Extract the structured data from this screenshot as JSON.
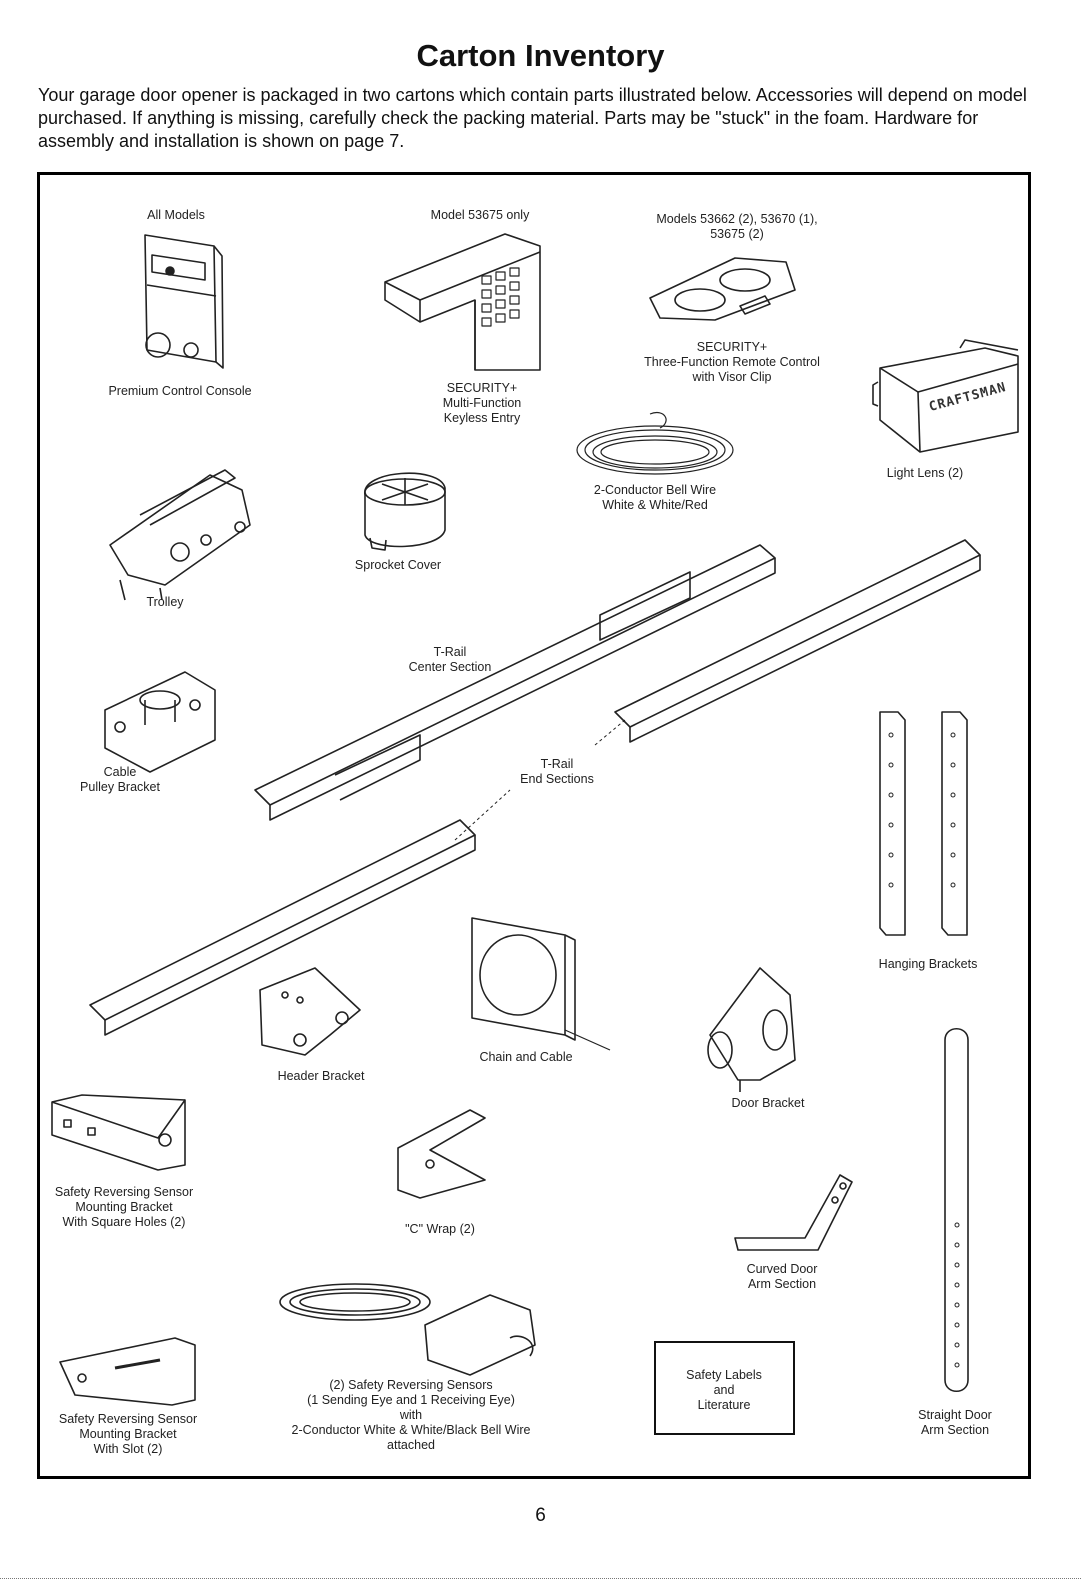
{
  "page": {
    "title": "Carton Inventory",
    "intro": "Your garage door opener is packaged in two cartons which contain parts illustrated below. Accessories will depend on model purchased. If anything is missing, carefully check the packing material. Parts may be \"stuck\" in the foam. Hardware for assembly and installation is shown on page 7.",
    "page_number": "6"
  },
  "headings": {
    "all_models": "All Models",
    "model_53675_only": "Model 53675 only",
    "models_remote": [
      "Models 53662 (2), 53670 (1),",
      "53675 (2)"
    ]
  },
  "parts": {
    "console": "Premium Control Console",
    "keyless": [
      "SECURITY+",
      "Multi-Function",
      "Keyless Entry"
    ],
    "remote": [
      "SECURITY+",
      "Three-Function Remote Control",
      "with Visor Clip"
    ],
    "light_lens": "Light Lens (2)",
    "bell_wire": [
      "2-Conductor Bell Wire",
      "White & White/Red"
    ],
    "sprocket_cover": "Sprocket Cover",
    "trolley": "Trolley",
    "t_rail_center": [
      "T-Rail",
      "Center Section"
    ],
    "cable_pulley": [
      "Cable",
      "Pulley Bracket"
    ],
    "t_rail_end": [
      "T-Rail",
      "End Sections"
    ],
    "hanging_brackets": "Hanging Brackets",
    "chain_cable": "Chain and Cable",
    "header_bracket": "Header Bracket",
    "door_bracket": "Door Bracket",
    "sensor_bracket_square": [
      "Safety Reversing Sensor",
      "Mounting Bracket",
      "With Square Holes (2)"
    ],
    "c_wrap": "\"C\" Wrap (2)",
    "curved_arm": [
      "Curved Door",
      "Arm Section"
    ],
    "sensors": [
      "(2) Safety Reversing Sensors",
      "(1 Sending Eye and 1 Receiving Eye)",
      "with",
      "2-Conductor White & White/Black Bell Wire",
      "attached"
    ],
    "safety_labels": [
      "Safety Labels",
      "and",
      "Literature"
    ],
    "sensor_bracket_slot": [
      "Safety Reversing Sensor",
      "Mounting Bracket",
      "With Slot (2)"
    ],
    "straight_arm": [
      "Straight Door",
      "Arm Section"
    ],
    "light_lens_logo": "CRAFTSMAN"
  }
}
